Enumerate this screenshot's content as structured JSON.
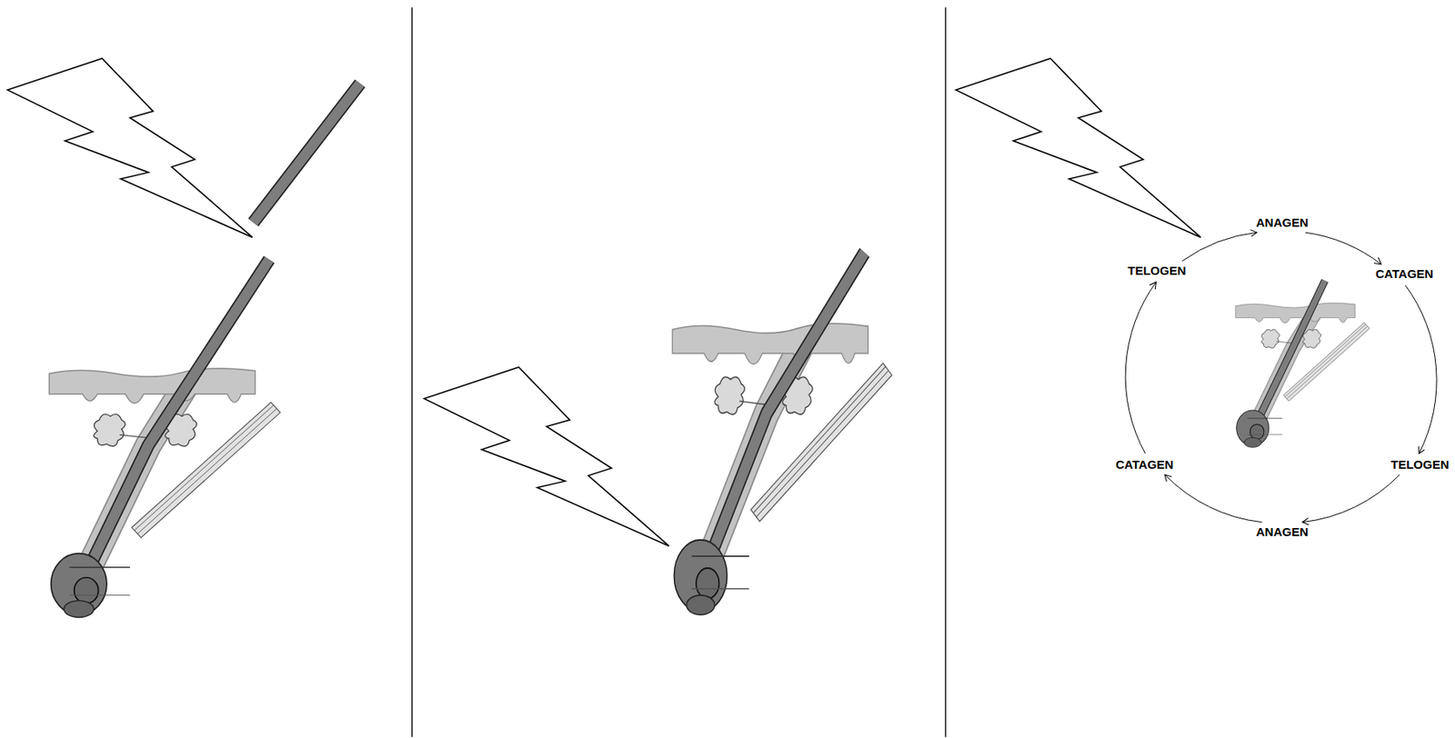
{
  "diagram": {
    "nodes": [
      {
        "text": [
          "ANAGEN"
        ]
      },
      {
        "text": [
          "CATAGEN"
        ]
      },
      {
        "text": [
          "TELOGEN"
        ]
      },
      {
        "text": [
          "ANAGEN"
        ]
      },
      {
        "text": [
          "CATAGEN"
        ]
      },
      {
        "text": [
          "TELOGEN"
        ]
      }
    ],
    "edges": [
      {
        "from": 0,
        "to": 1,
        "arrow": "to"
      },
      {
        "from": 1,
        "to": 2,
        "arrow": "to"
      },
      {
        "from": 2,
        "to": 3,
        "arrow": "to"
      },
      {
        "from": 3,
        "to": 4,
        "arrow": "to"
      },
      {
        "from": 4,
        "to": 5,
        "arrow": "to"
      },
      {
        "from": 5,
        "to": 0,
        "arrow": "to"
      }
    ]
  }
}
